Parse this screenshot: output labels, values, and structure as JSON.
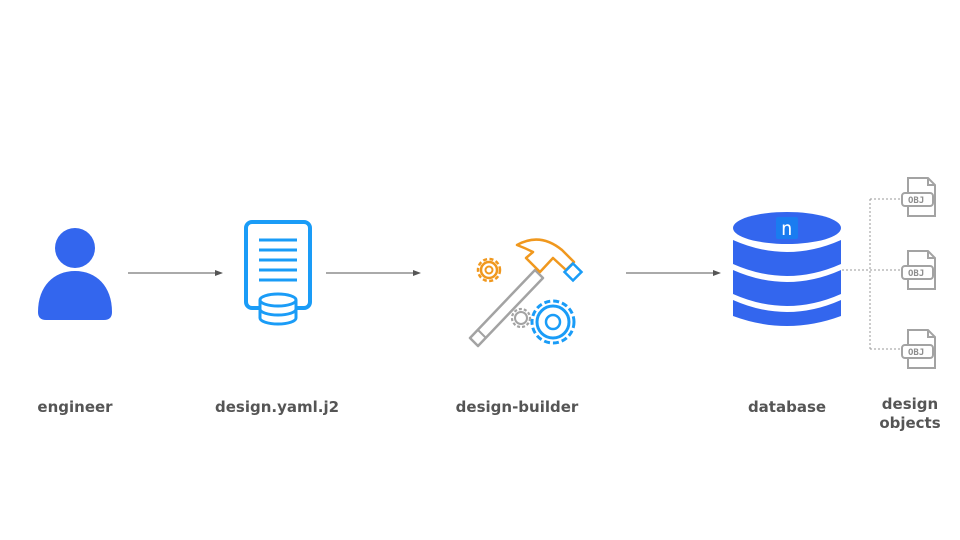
{
  "nodes": {
    "engineer": {
      "label": "engineer",
      "icon": "user-icon"
    },
    "template": {
      "label": "design.yaml.j2",
      "icon": "yaml-template-icon"
    },
    "builder": {
      "label": "design-builder",
      "icon": "hammer-gears-icon"
    },
    "database": {
      "label": "database",
      "icon": "database-icon",
      "badge_letter": "n"
    },
    "objects": {
      "label_line1": "design",
      "label_line2": "objects",
      "icon": "obj-file-icon",
      "items": [
        "OBJ",
        "OBJ",
        "OBJ"
      ]
    }
  },
  "colors": {
    "primary_blue": "#3366ee",
    "light_blue": "#1a9cf7",
    "orange": "#f0981e",
    "gray": "#a3a3a3",
    "label_gray": "#555555",
    "arrow": "#555555"
  }
}
